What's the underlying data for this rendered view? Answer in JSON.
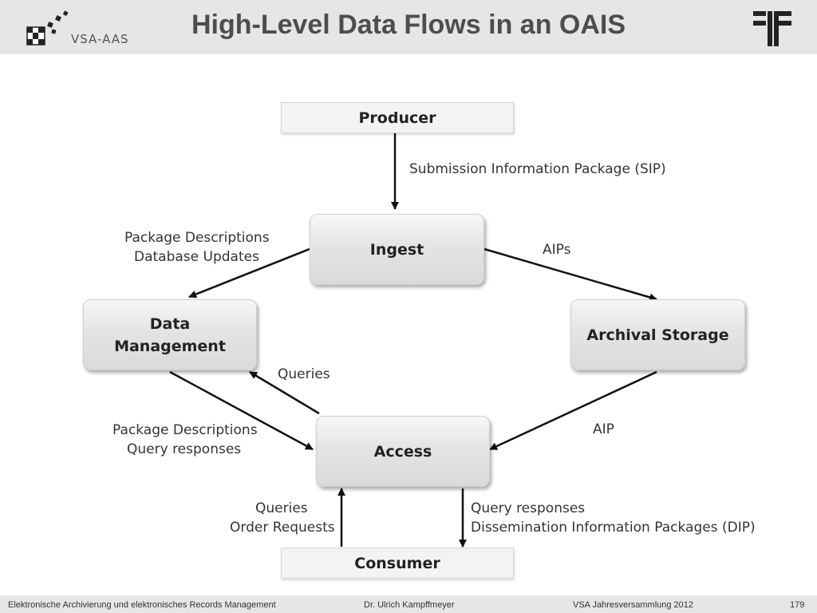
{
  "header": {
    "title": "High-Level Data Flows in an OAIS",
    "logo_text": "VSA-AAS"
  },
  "nodes": {
    "producer": "Producer",
    "ingest": "Ingest",
    "data_management_line1": "Data",
    "data_management_line2": "Management",
    "archival_storage": "Archival Storage",
    "access": "Access",
    "consumer": "Consumer"
  },
  "edges": {
    "producer_to_ingest": "Submission Information Package (SIP)",
    "ingest_to_dm_line1": "Package Descriptions",
    "ingest_to_dm_line2": "Database Updates",
    "ingest_to_storage": "AIPs",
    "access_to_dm": "Queries",
    "dm_to_access_line1": "Package Descriptions",
    "dm_to_access_line2": "Query responses",
    "storage_to_access": "AIP",
    "consumer_to_access_line1": "Queries",
    "consumer_to_access_line2": "Order Requests",
    "access_to_consumer_line1": "Query responses",
    "access_to_consumer_line2": "Dissemination Information Packages (DIP)"
  },
  "footer": {
    "course": "Elektronische Archivierung und elektronisches Records Management",
    "author": "Dr. Ulrich Kampffmeyer",
    "event": "VSA Jahresversammlung 2012",
    "page": "179"
  }
}
